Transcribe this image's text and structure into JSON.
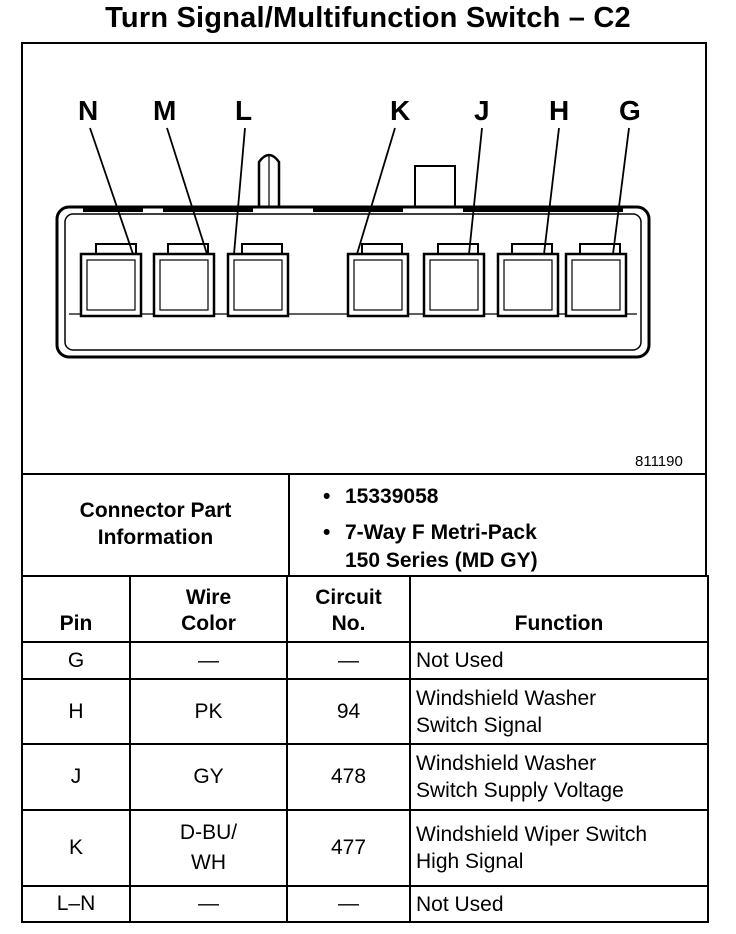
{
  "title": "Turn Signal/Multifunction Switch – C2",
  "diagram": {
    "pin_labels": [
      "N",
      "M",
      "L",
      "K",
      "J",
      "H",
      "G"
    ],
    "figure_number": "811190"
  },
  "connector_info": {
    "label_line1": "Connector Part",
    "label_line2": "Information",
    "bullet1": "15339058",
    "bullet2_line1": "7-Way F Metri-Pack",
    "bullet2_line2": "150 Series (MD GY)"
  },
  "table": {
    "headers": {
      "pin": "Pin",
      "wire_color_line1": "Wire",
      "wire_color_line2": "Color",
      "circuit_line1": "Circuit",
      "circuit_line2": "No.",
      "function": "Function"
    },
    "rows": [
      {
        "pin": "G",
        "color_line1": "—",
        "color_line2": "",
        "circuit": "—",
        "function_line1": "Not Used",
        "function_line2": ""
      },
      {
        "pin": "H",
        "color_line1": "PK",
        "color_line2": "",
        "circuit": "94",
        "function_line1": "Windshield Washer",
        "function_line2": "Switch Signal"
      },
      {
        "pin": "J",
        "color_line1": "GY",
        "color_line2": "",
        "circuit": "478",
        "function_line1": "Windshield Washer",
        "function_line2": "Switch Supply Voltage"
      },
      {
        "pin": "K",
        "color_line1": "D-BU/",
        "color_line2": "WH",
        "circuit": "477",
        "function_line1": "Windshield Wiper Switch",
        "function_line2": "High Signal"
      },
      {
        "pin": "L–N",
        "color_line1": "—",
        "color_line2": "",
        "circuit": "—",
        "function_line1": "Not Used",
        "function_line2": ""
      }
    ]
  }
}
